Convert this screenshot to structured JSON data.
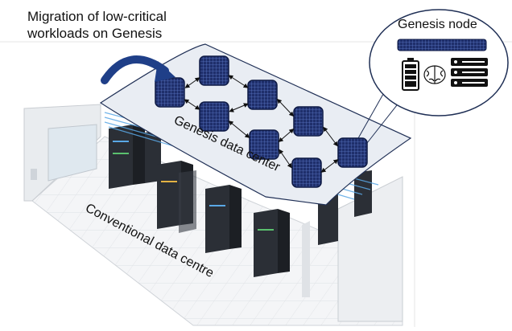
{
  "caption": {
    "line1": "Migration of low-critical",
    "line2": "workloads on Genesis"
  },
  "genesis_label": "Genesis data center",
  "conventional_label": "Conventional data centre",
  "node_callout": {
    "title": "Genesis node",
    "icons": [
      "battery-icon",
      "brain-icon",
      "server-stack-icon"
    ]
  },
  "colors": {
    "panel": "#1f2f6b",
    "panel_grid": "#4a67b8",
    "roof": "#e9edf3",
    "roof_edge": "#1f2f55",
    "beam": "#5aa8e6",
    "rack": "#2b2f36",
    "arrow": "#1f3f88"
  }
}
